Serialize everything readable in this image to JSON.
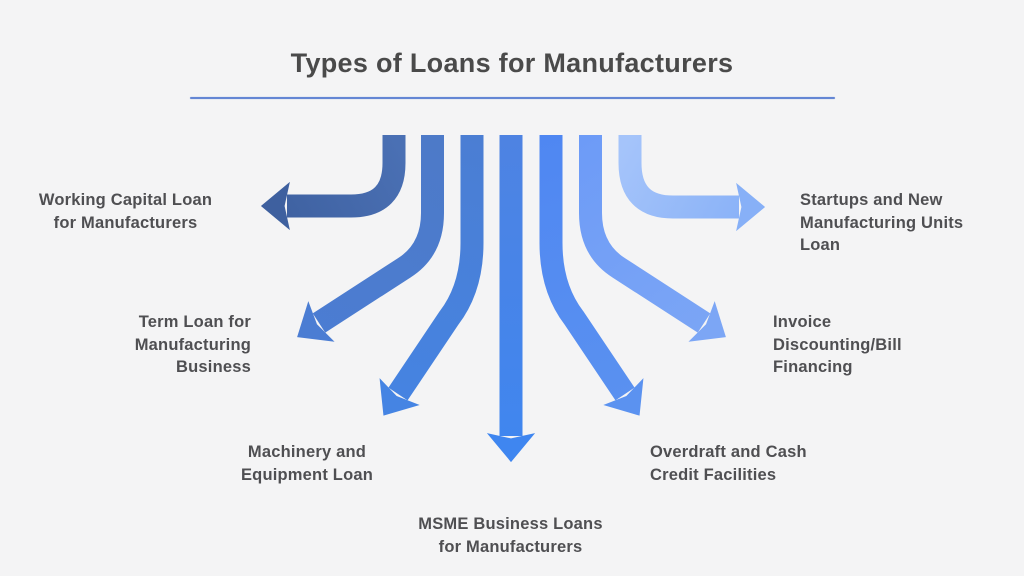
{
  "title": "Types of Loans for Manufacturers",
  "colors": {
    "background": "#f4f4f5",
    "title_text": "#4a4a4a",
    "label_text": "#4f4f52",
    "title_underline": "#6486d4"
  },
  "labels": {
    "working_capital": {
      "lines": [
        "Working Capital Loan",
        "for Manufacturers"
      ]
    },
    "term_loan": {
      "lines": [
        "Term Loan for",
        "Manufacturing",
        "Business"
      ]
    },
    "machinery": {
      "lines": [
        "Machinery and",
        "Equipment Loan"
      ]
    },
    "msme": {
      "lines": [
        "MSME Business Loans",
        "for Manufacturers"
      ]
    },
    "overdraft": {
      "lines": [
        "Overdraft and Cash",
        "Credit Facilities"
      ]
    },
    "invoice": {
      "lines": [
        "Invoice",
        "Discounting/Bill",
        "Financing"
      ]
    },
    "startups": {
      "lines": [
        "Startups and New",
        "Manufacturing Units",
        "Loan"
      ]
    }
  },
  "arrows": [
    {
      "name": "arrow-working-capital",
      "direction": "left",
      "color_start": "#4a70b4",
      "color_tip": "#3e609f"
    },
    {
      "name": "arrow-term-loan",
      "direction": "down-left",
      "color_start": "#4d7ac8",
      "color_tip": "#4b7dd3"
    },
    {
      "name": "arrow-machinery",
      "direction": "down-left",
      "color_start": "#4b7ed3",
      "color_tip": "#4584e3"
    },
    {
      "name": "arrow-msme",
      "direction": "down",
      "color_start": "#4e83e2",
      "color_tip": "#3f86f0"
    },
    {
      "name": "arrow-overdraft",
      "direction": "down-right",
      "color_start": "#4f87f2",
      "color_tip": "#5b92f0"
    },
    {
      "name": "arrow-invoice",
      "direction": "down-right",
      "color_start": "#6d9bf7",
      "color_tip": "#7ca6f5"
    },
    {
      "name": "arrow-startups",
      "direction": "right",
      "color_start": "#a5c4fa",
      "color_tip": "#87b0f7"
    }
  ]
}
